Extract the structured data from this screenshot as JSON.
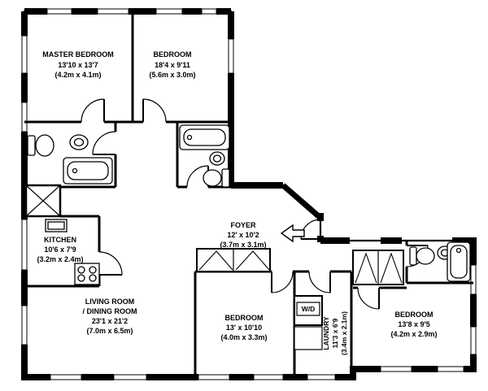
{
  "floor_plan": {
    "rooms": {
      "master_bedroom": {
        "name": "MASTER BEDROOM",
        "dim_imperial": "13'10 x 13'7",
        "dim_metric": "(4.2m x 4.1m)"
      },
      "bedroom_top": {
        "name": "BEDROOM",
        "dim_imperial": "18'4 x 9'11",
        "dim_metric": "(5.6m x 3.0m)"
      },
      "foyer": {
        "name": "FOYER",
        "dim_imperial": "12' x 10'2",
        "dim_metric": "(3.7m x 3.1m)"
      },
      "kitchen": {
        "name": "KITCHEN",
        "dim_imperial": "10'6 x 7'9",
        "dim_metric": "(3.2m x 2.4m)"
      },
      "living_dining": {
        "name_line1": "LIVING ROOM",
        "name_line2": "/ DINING ROOM",
        "dim_imperial": "23'1 x 21'2",
        "dim_metric": "(7.0m x 6.5m)"
      },
      "bedroom_middle": {
        "name": "BEDROOM",
        "dim_imperial": "13' x 10'10",
        "dim_metric": "(4.0m x 3.3m)"
      },
      "laundry": {
        "name": "LAUNDRY",
        "dim_imperial": "11'3 x 6'9",
        "dim_metric": "(3.4m x 2.1m)"
      },
      "bedroom_right": {
        "name": "BEDROOM",
        "dim_imperial": "13'8 x 9'5",
        "dim_metric": "(4.2m x 2.9m)"
      }
    },
    "labels": {
      "washer_dryer": "W/D"
    },
    "colors": {
      "wall": "#000000",
      "floor": "#ffffff"
    }
  }
}
